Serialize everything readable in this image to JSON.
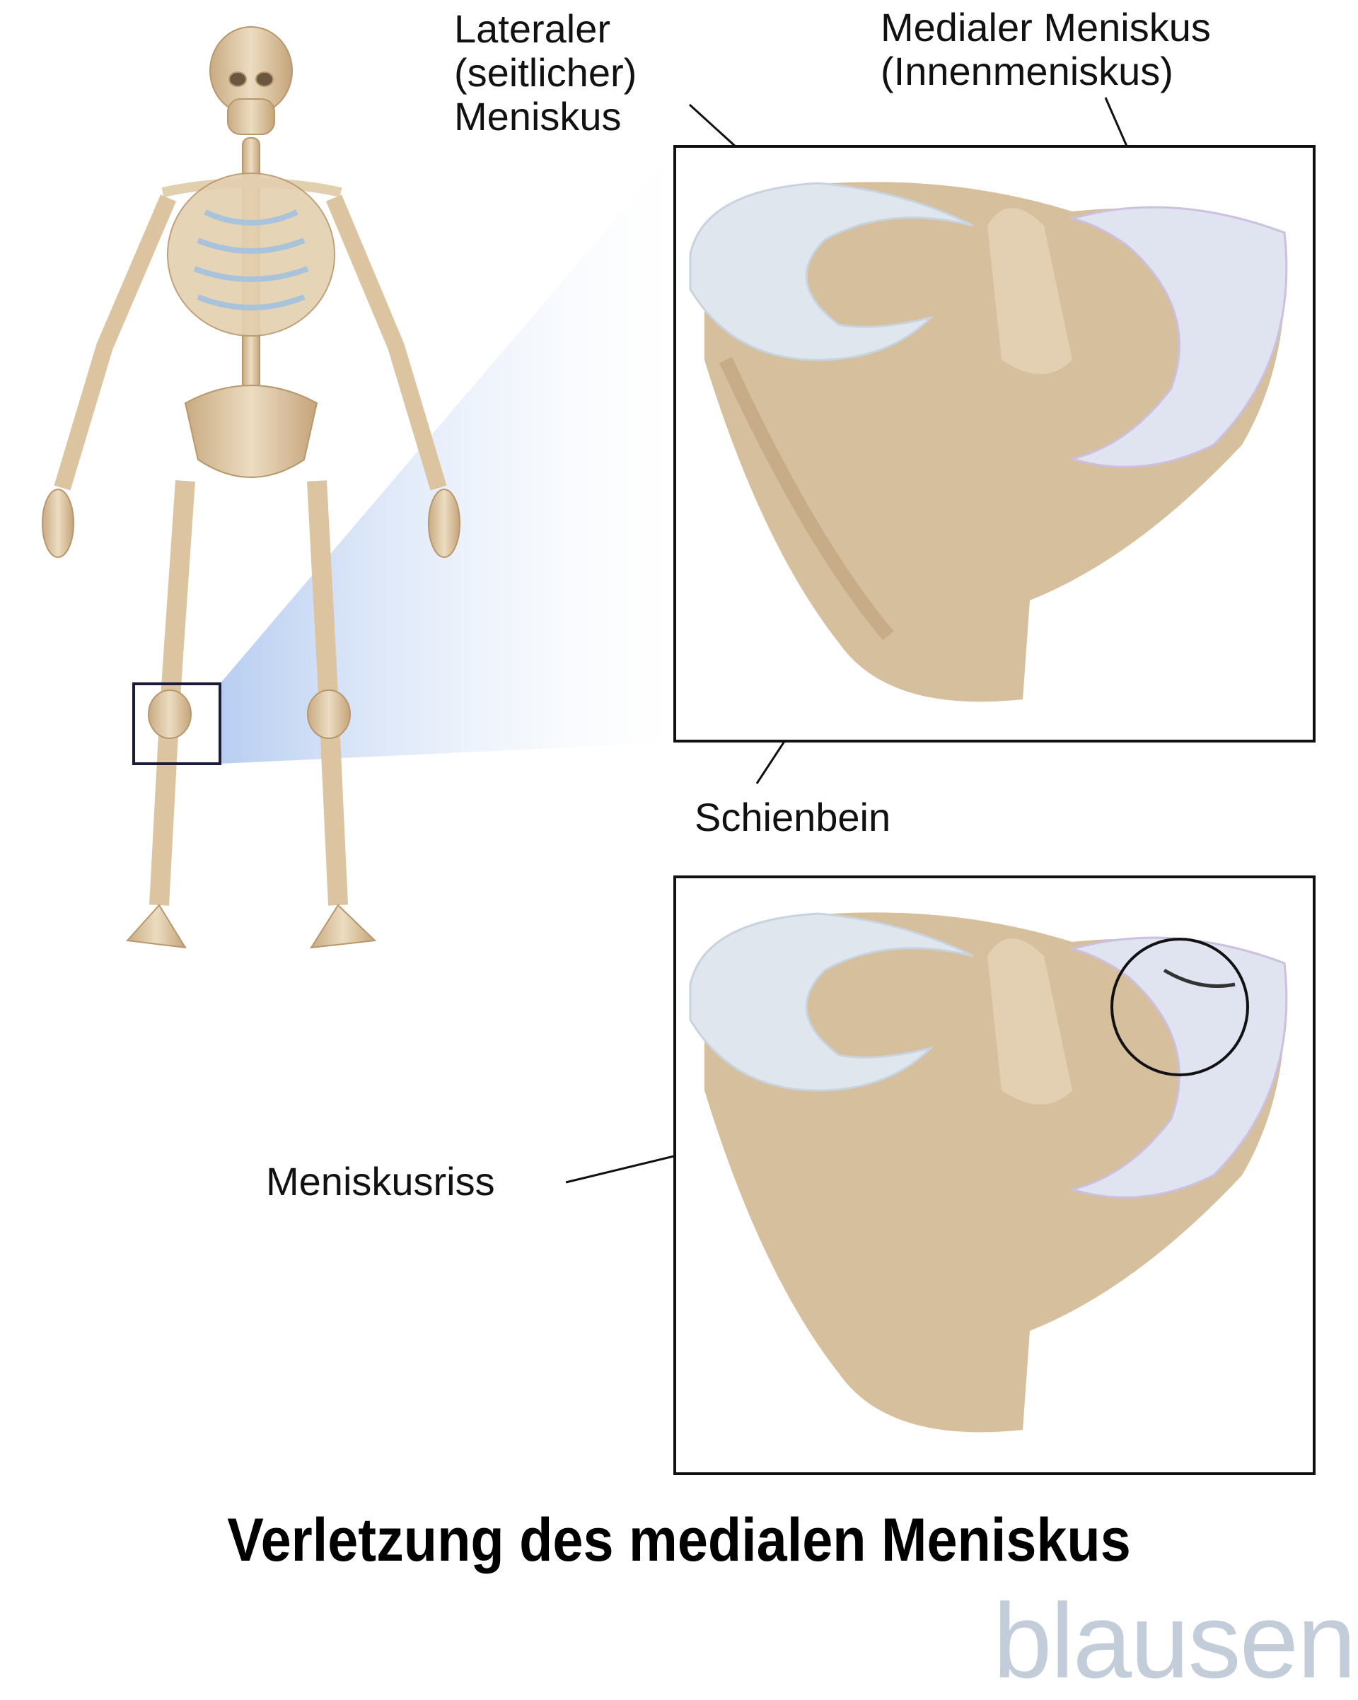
{
  "figure": {
    "title": "Verletzung des medialen Meniskus",
    "brand": "blausen",
    "colors": {
      "bone": "#d9c2a0",
      "bone_dark": "#b99a72",
      "cartilage": "#a9c3da",
      "meniscus": "#dfe6ee",
      "meniscus_violet": "#cdbfe0",
      "zoom_wedge": "#c9d9f3",
      "frame": "#111111",
      "brand": "#c3cdd9"
    }
  },
  "labels": {
    "lateral_meniscus": "Lateraler\n(seitlicher)\nMeniskus",
    "medial_meniscus": "Medialer Meniskus\n(Innenmeniskus)",
    "tibia": "Schienbein",
    "meniscus_tear": "Meniskusriss"
  },
  "panels": [
    {
      "id": "healthy",
      "description": "Tibia plateau with intact lateral and medial menisci"
    },
    {
      "id": "injured",
      "description": "Tibia plateau with tear of medial meniscus, highlighted by circle"
    }
  ],
  "skeleton": {
    "highlight": "right knee region box"
  }
}
